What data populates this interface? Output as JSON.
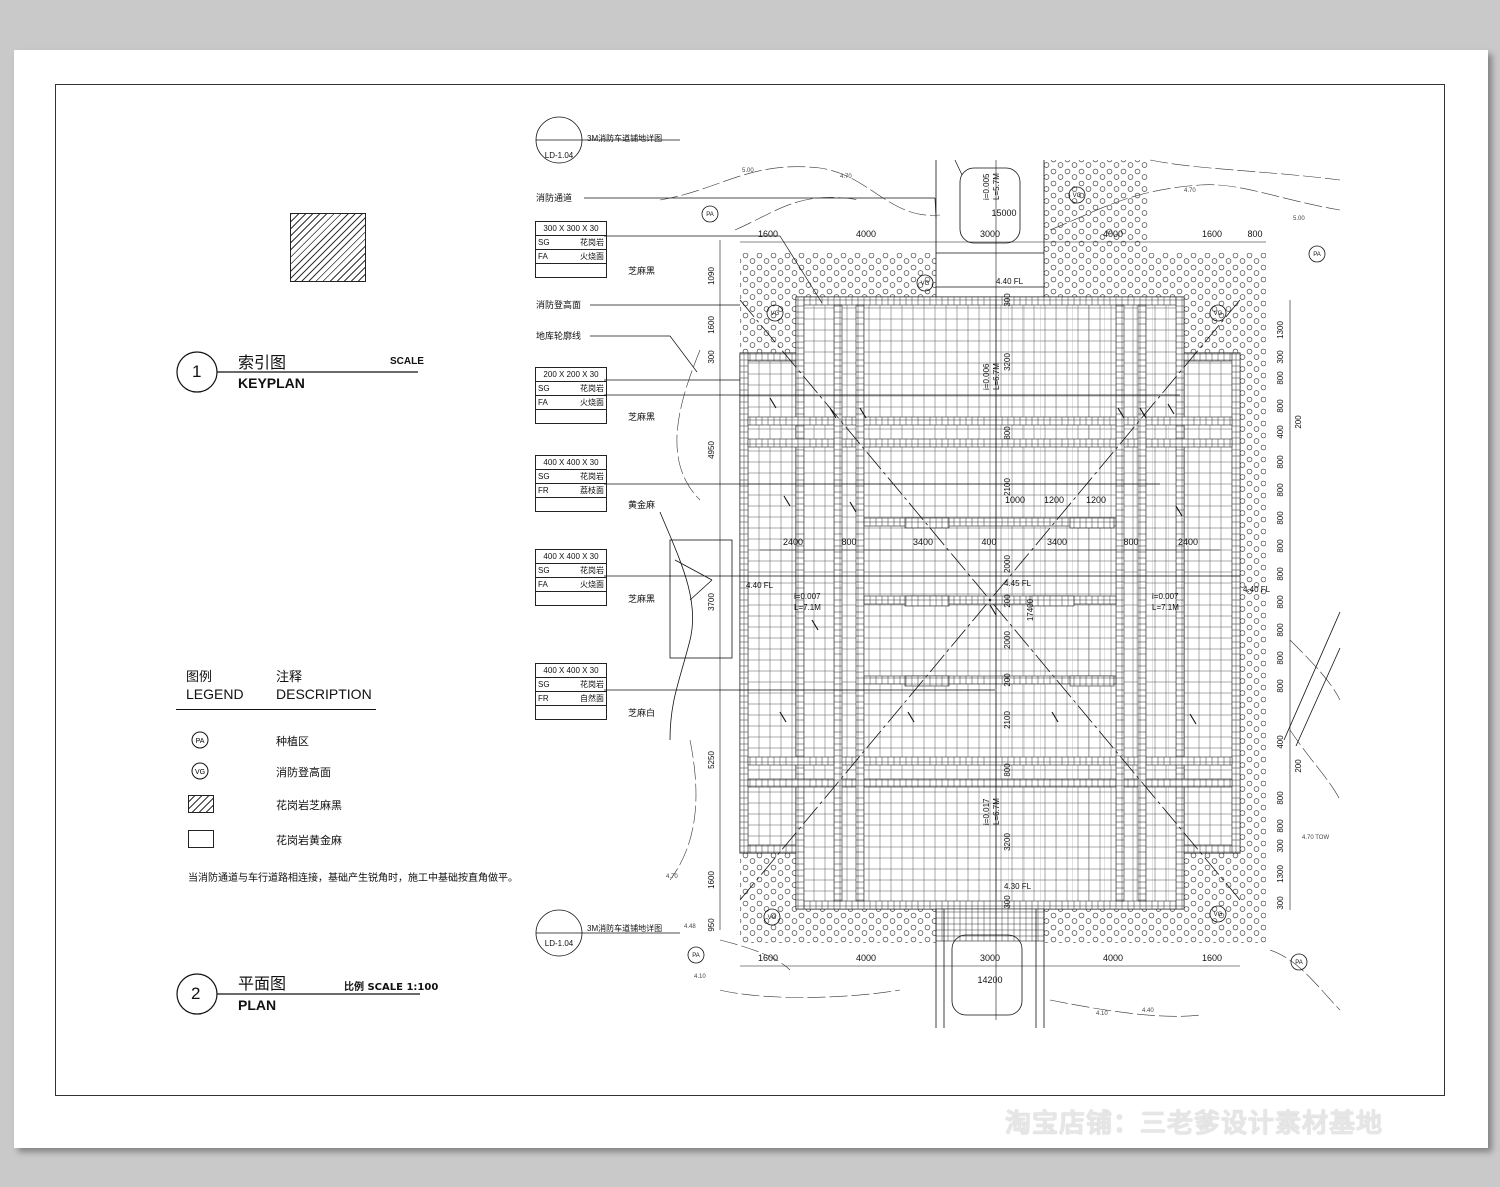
{
  "keyplan": {
    "number": "1",
    "title_cn": "索引图",
    "title_en": "KEYPLAN",
    "scale_label": "SCALE"
  },
  "plan": {
    "number": "2",
    "title_cn": "平面图",
    "title_en": "PLAN",
    "scale_label": "比例 SCALE 1:100"
  },
  "legend": {
    "header_cn": "图例",
    "header_en": "LEGEND",
    "desc_cn": "注释",
    "desc_en": "DESCRIPTION",
    "items": [
      {
        "symbol": "PA",
        "text": "种植区"
      },
      {
        "symbol": "VG",
        "text": "消防登高面"
      },
      {
        "symbol": "",
        "text": "花岗岩芝麻黑"
      },
      {
        "symbol": "",
        "text": "花岗岩黄金麻"
      }
    ],
    "note": "当消防通道与车行道路相连接，基础产生锐角时，施工中基础按直角做平。"
  },
  "callouts": {
    "detail_ref": "LD-1.04",
    "detail_title": "3M消防车道铺地详图",
    "fire_road": "消防通道",
    "fire_climb": "消防登高面",
    "basement_line": "地库轮廓线"
  },
  "materials": [
    {
      "size": "300 X 300 X 30",
      "rows": [
        {
          "code": "SG",
          "desc": "花岗岩"
        },
        {
          "code": "FA",
          "desc": "火烧面"
        }
      ],
      "name": "芝麻黑"
    },
    {
      "size": "200 X 200 X 30",
      "rows": [
        {
          "code": "SG",
          "desc": "花岗岩"
        },
        {
          "code": "FA",
          "desc": "火烧面"
        }
      ],
      "name": "芝麻黑"
    },
    {
      "size": "400 X 400 X 30",
      "rows": [
        {
          "code": "SG",
          "desc": "花岗岩"
        },
        {
          "code": "FR",
          "desc": "荔枝面"
        }
      ],
      "name": "黄金麻"
    },
    {
      "size": "400 X 400 X 30",
      "rows": [
        {
          "code": "SG",
          "desc": "花岗岩"
        },
        {
          "code": "FA",
          "desc": "火烧面"
        }
      ],
      "name": "芝麻黑"
    },
    {
      "size": "400 X 400 X 30",
      "rows": [
        {
          "code": "SG",
          "desc": "花岗岩"
        },
        {
          "code": "FR",
          "desc": "自然面"
        }
      ],
      "name": "芝麻白"
    }
  ],
  "dims": {
    "top": [
      "1600",
      "4000",
      "3000",
      "4000",
      "1600",
      "800"
    ],
    "top_total": "15000",
    "bottom": [
      "1600",
      "4000",
      "3000",
      "4000",
      "1600"
    ],
    "bottom_total": "14200",
    "middle": [
      "2400",
      "800",
      "3400",
      "400",
      "3400",
      "800",
      "2400"
    ],
    "inner": [
      "1000",
      "1200",
      "1200"
    ],
    "left": [
      "1090",
      "1600",
      "300",
      "4950",
      "3700",
      "5250",
      "1600",
      "950"
    ],
    "center_v": [
      "300",
      "3200",
      "800",
      "2100",
      "2000",
      "200",
      "2000",
      "200",
      "2100",
      "800",
      "3200",
      "300"
    ],
    "center_total": "17400",
    "right_a": [
      "1300",
      "300",
      "800",
      "800",
      "400",
      "800",
      "800",
      "800",
      "800",
      "800",
      "800",
      "800",
      "800",
      "800",
      "400",
      "800",
      "800",
      "300",
      "1300",
      "300"
    ],
    "right_b": [
      "200",
      "200"
    ]
  },
  "levels": {
    "top_fl": "4.40 FL",
    "center_fl": "4.45 FL",
    "bottom_fl": "4.30 FL",
    "left_fl": "4.40 FL",
    "right_fl": "4.40 FL",
    "slope_top": "i=0.005",
    "len_top": "L=5.7M",
    "slope_c1": "i=0.006",
    "len_c1": "L=6.7M",
    "slope_l": "i=0.007",
    "len_l": "L=7.1M",
    "slope_r": "i=0.007",
    "len_r": "L=7.1M",
    "slope_c2": "i=0.017",
    "len_c2": "L=6.7M",
    "contour_1": "5.00",
    "contour_2": "4.70",
    "contour_3": "4.70",
    "contour_4": "5.00",
    "contour_5": "4.70",
    "contour_6": "4.48",
    "contour_7": "4.10",
    "contour_8": "4.10",
    "contour_9": "4.40",
    "contour_10": "4.70 TOW"
  },
  "symbols": {
    "pa": "PA",
    "vg": "VG"
  },
  "watermark": "淘宝店铺：三老爹设计素材基地"
}
